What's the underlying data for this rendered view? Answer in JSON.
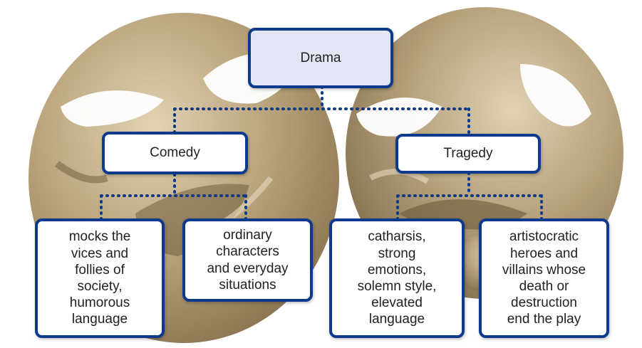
{
  "diagram": {
    "root": {
      "label": "Drama"
    },
    "branches": [
      {
        "label": "Comedy",
        "leaves": [
          {
            "text": "mocks the\nvices and\nfollies of\nsociety,\nhumorous\nlanguage"
          },
          {
            "text": "ordinary\ncharacters\nand everyday\nsituations"
          }
        ]
      },
      {
        "label": "Tragedy",
        "leaves": [
          {
            "text": "catharsis,\nstrong\nemotions,\nsolemn style,\nelevated\nlanguage"
          },
          {
            "text": "artistocratic\nheroes and\nvillains whose\ndeath or\ndestruction\nend the play"
          }
        ]
      }
    ]
  },
  "colors": {
    "border": "#0d3a8c",
    "connector": "#0d3a8c",
    "root_fill": "#e4e6f6",
    "node_fill": "#ffffff",
    "mask": "#b7a27a"
  },
  "background": {
    "image": "comedy-and-tragedy-theatre-masks"
  }
}
